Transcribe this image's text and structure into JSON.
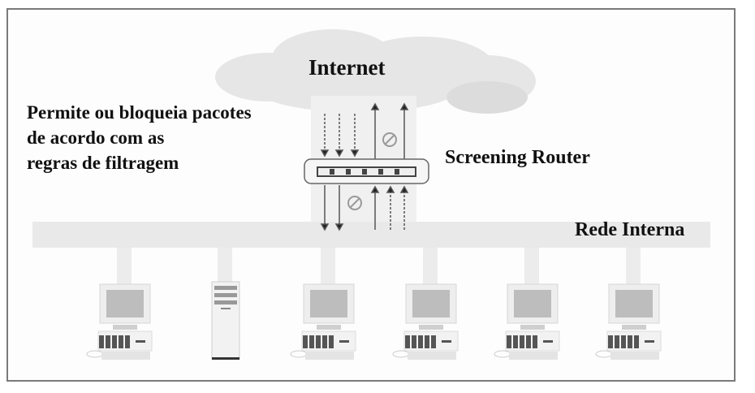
{
  "diagram": {
    "cloud_label": "Internet",
    "description_lines": [
      "Permite ou bloqueia pacotes",
      "de acordo com as",
      "regras de filtragem"
    ],
    "router_label": "Screening Router",
    "network_label": "Rede Interna",
    "arrows_inbound_blocked": 3,
    "arrows_outbound_allowed": 2,
    "arrows_lower_down": 2,
    "arrows_lower_up": 3,
    "nodes": [
      {
        "type": "workstation"
      },
      {
        "type": "server"
      },
      {
        "type": "workstation"
      },
      {
        "type": "workstation"
      },
      {
        "type": "workstation"
      },
      {
        "type": "workstation"
      }
    ],
    "colors": {
      "cloud": "#e6e6e6",
      "lan_bus": "#e9e9e9",
      "frame": "#7a7a7a",
      "text": "#111111"
    }
  }
}
